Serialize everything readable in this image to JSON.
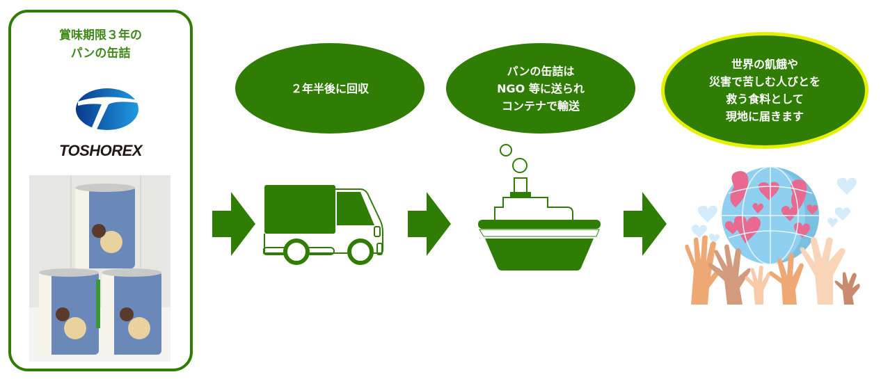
{
  "product_card": {
    "title_line1": "賞味期限３年の",
    "title_line2": "パンの缶詰",
    "logo_text": "TOSHOREX",
    "photo_alt": "canned-bread-stack-photo"
  },
  "steps": [
    {
      "label_lines": [
        "２年半後に回収"
      ],
      "icon": "truck-icon"
    },
    {
      "label_lines": [
        "パンの缶詰は",
        "NGO 等に送られ",
        "コンテナで輸送"
      ],
      "icon": "ship-icon"
    },
    {
      "label_lines": [
        "世界の飢餓や",
        "災害で苦しむ人びとを",
        "救う食料として",
        "現地に届きます"
      ],
      "icon": "globe-hands-icon"
    }
  ],
  "colors": {
    "primary_green": "#2f7d05",
    "title_green": "#3e8a1a",
    "highlight_yellow": "#e4f000",
    "globe_blue": "#8fd0f0",
    "heart_pink": "#e86a90"
  }
}
